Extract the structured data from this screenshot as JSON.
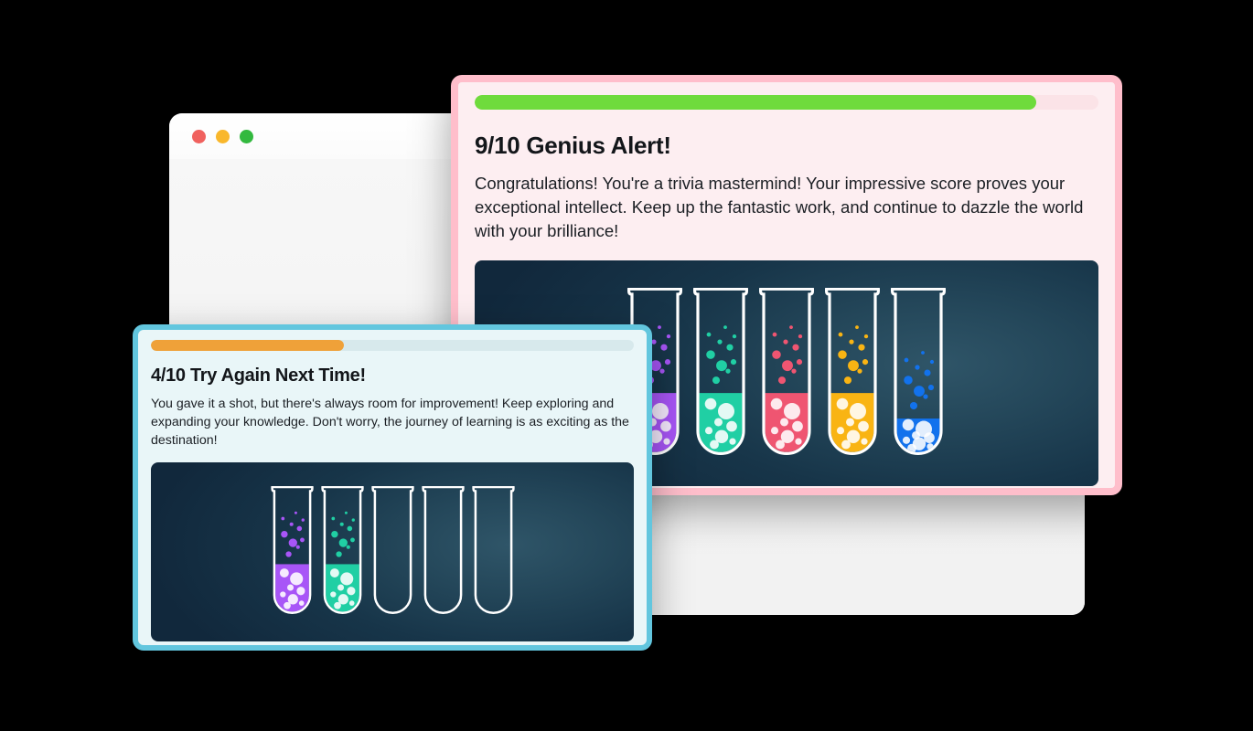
{
  "browser_window": {
    "name": "browser-window",
    "traffic_lights": [
      {
        "name": "close-button",
        "color": "#f0615e"
      },
      {
        "name": "minimize-button",
        "color": "#f9b72b"
      },
      {
        "name": "maximize-button",
        "color": "#33b93f"
      }
    ]
  },
  "cards": [
    {
      "id": "genius-alert",
      "heading": "9/10 Genius Alert!",
      "body": "Congratulations! You're a trivia mastermind! Your impressive score proves your exceptional intellect. Keep up the fantastic work, and continue to dazzle the world with your brilliance!",
      "score": 9,
      "total": 10,
      "progress_percent": 90,
      "progress_color": "#6fdb3c",
      "border_color": "#ffbecb",
      "background_color": "#fdeef1",
      "tubes": [
        {
          "color": "#a855f7",
          "fill_percent": 38,
          "name": "test-tube-purple"
        },
        {
          "color": "#20cfa4",
          "fill_percent": 38,
          "name": "test-tube-teal"
        },
        {
          "color": "#ef5571",
          "fill_percent": 38,
          "name": "test-tube-pink"
        },
        {
          "color": "#f9b413",
          "fill_percent": 38,
          "name": "test-tube-amber"
        },
        {
          "color": "#1272ed",
          "fill_percent": 22,
          "name": "test-tube-blue"
        }
      ]
    },
    {
      "id": "try-again",
      "heading": "4/10 Try Again Next Time!",
      "body": "You gave it a shot, but there's always room for improvement! Keep exploring and expanding your knowledge. Don't worry, the journey of learning is as exciting as the destination!",
      "score": 4,
      "total": 10,
      "progress_percent": 40,
      "progress_color": "#efa139",
      "border_color": "#62c6de",
      "background_color": "#e9f6f8",
      "tubes": [
        {
          "color": "#a855f7",
          "fill_percent": 40,
          "name": "test-tube-purple"
        },
        {
          "color": "#20cfa4",
          "fill_percent": 40,
          "name": "test-tube-teal"
        },
        {
          "color": null,
          "fill_percent": 0,
          "name": "test-tube-empty"
        },
        {
          "color": null,
          "fill_percent": 0,
          "name": "test-tube-empty"
        },
        {
          "color": null,
          "fill_percent": 0,
          "name": "test-tube-empty"
        }
      ]
    }
  ],
  "palette": {
    "page_background": "#000000",
    "panel_dark_light": "#2f5568",
    "panel_dark_deep": "#11283c",
    "tube_outline": "#ffffff"
  }
}
